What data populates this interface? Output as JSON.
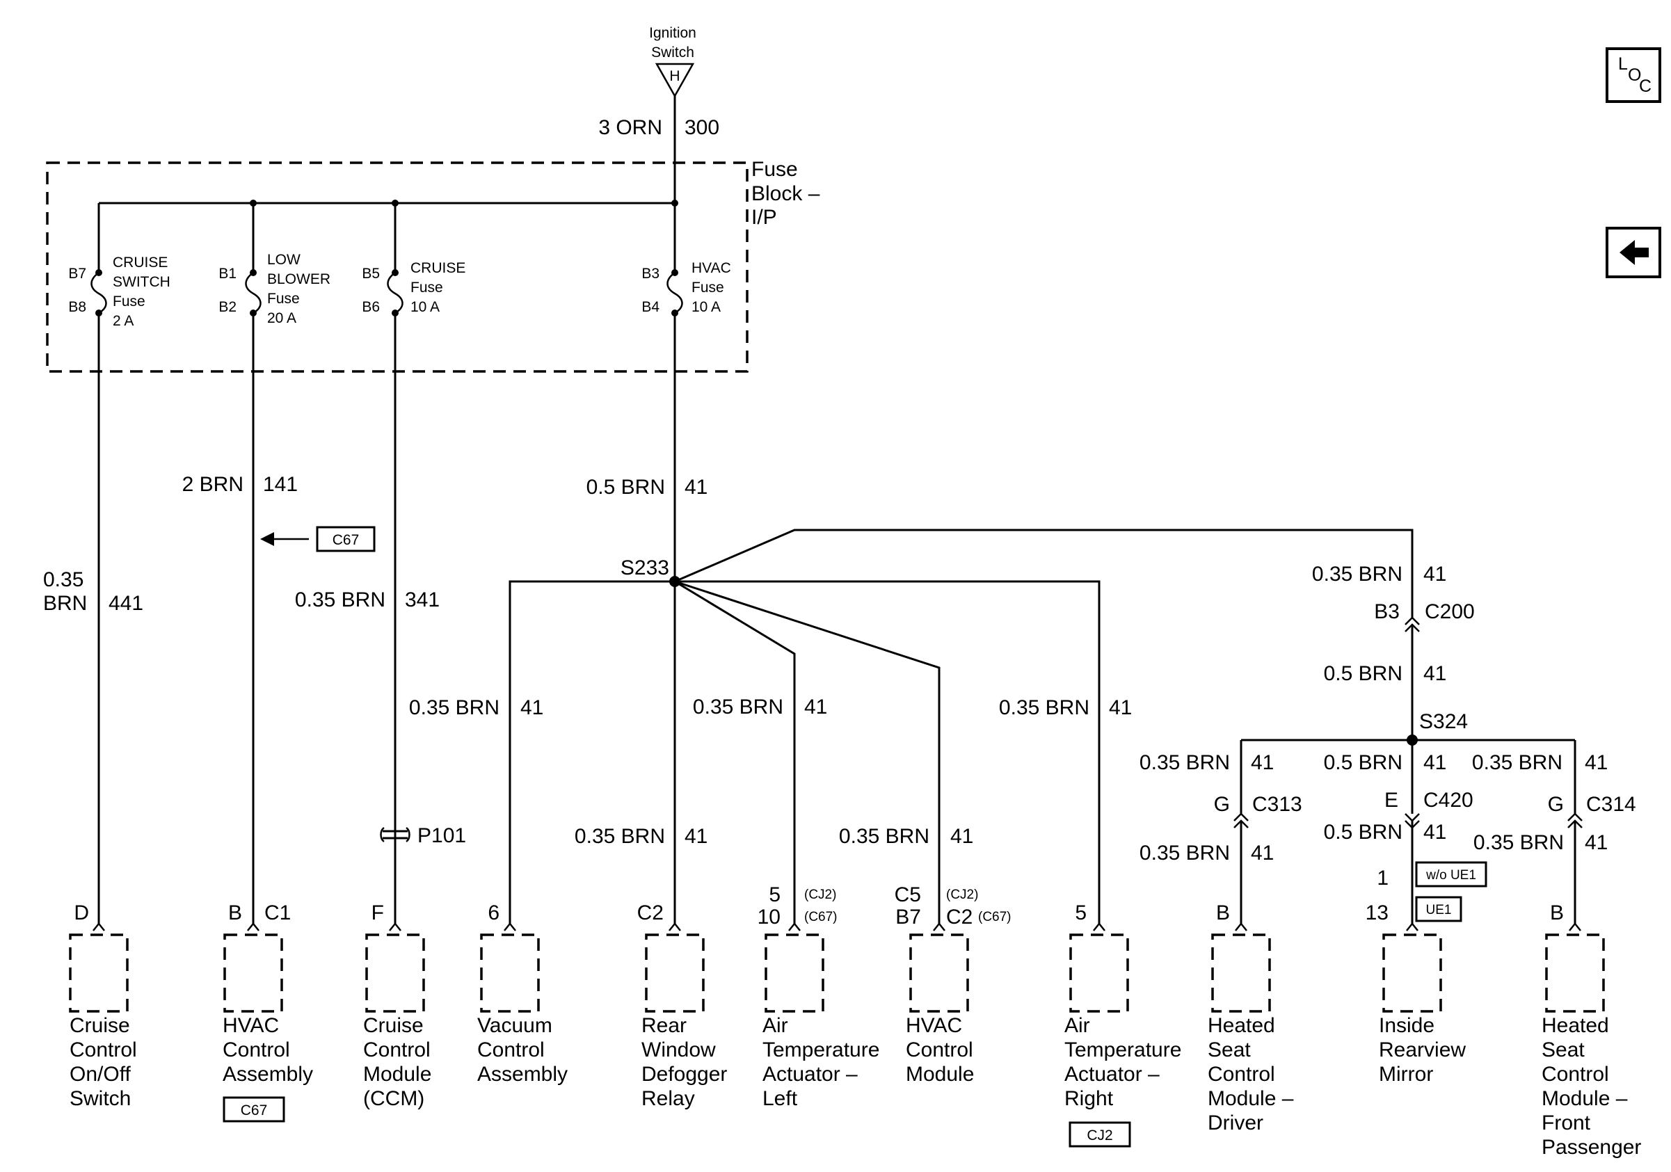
{
  "source": {
    "line1": "Ignition",
    "line2": "Switch",
    "terminal": "H"
  },
  "feed": {
    "gauge_color": "3 ORN",
    "circuit": "300"
  },
  "fuse_block": {
    "line1": "Fuse",
    "line2": "Block –",
    "line3": "I/P"
  },
  "fuses": [
    {
      "in": "B7",
      "out": "B8",
      "l1": "CRUISE",
      "l2": "SWITCH",
      "l3": "Fuse",
      "l4": "2 A"
    },
    {
      "in": "B1",
      "out": "B2",
      "l1": "LOW",
      "l2": "BLOWER",
      "l3": "Fuse",
      "l4": "20 A"
    },
    {
      "in": "B5",
      "out": "B6",
      "l1": "CRUISE",
      "l2": "Fuse",
      "l3": "10 A",
      "l4": ""
    },
    {
      "in": "B3",
      "out": "B4",
      "l1": "HVAC",
      "l2": "Fuse",
      "l3": "10 A",
      "l4": ""
    }
  ],
  "wires": {
    "w441_a": "0.35",
    "w441_b": "BRN",
    "w441_c": "441",
    "w141_a": "2 BRN",
    "w141_b": "141",
    "w341_a": "0.35 BRN",
    "w341_b": "341",
    "w41_main_a": "0.5 BRN",
    "w41_main_b": "41",
    "vac_a": "0.35 BRN",
    "vac_b": "41",
    "ata_l_a": "0.35 BRN",
    "ata_l_b": "41",
    "ata_r_a": "0.35 BRN",
    "ata_r_b": "41",
    "rwd_a": "0.35 BRN",
    "rwd_b": "41",
    "hvac_a": "0.35 BRN",
    "hvac_b": "41",
    "mirror_feed_a": "0.35 BRN",
    "mirror_feed_b": "41",
    "c200_below_a": "0.5 BRN",
    "c200_below_b": "41",
    "drv_top_a": "0.35 BRN",
    "drv_top_b": "41",
    "drv_bot_a": "0.35 BRN",
    "drv_bot_b": "41",
    "mir_top_a": "0.5 BRN",
    "mir_top_b": "41",
    "mir_bot_a": "0.5 BRN",
    "mir_bot_b": "41",
    "pas_top_a": "0.35 BRN",
    "pas_top_b": "41",
    "pas_bot_a": "0.35 BRN",
    "pas_bot_b": "41"
  },
  "splices": {
    "s233": "S233",
    "s324": "S324"
  },
  "connectors": {
    "c200_pin": "B3",
    "c200": "C200",
    "c313_pin": "G",
    "c313": "C313",
    "c420_pin": "E",
    "c420": "C420",
    "c314_pin": "G",
    "c314": "C314",
    "p101": "P101"
  },
  "options": {
    "c67": "C67",
    "cj2": "CJ2",
    "wo_ue1": "w/o UE1",
    "ue1": "UE1"
  },
  "terminals": {
    "cruise_switch": "D",
    "hvac_ctrl_a": "B",
    "hvac_ctrl_b": "C1",
    "ccm": "F",
    "vacuum": "6",
    "defogger": "C2",
    "ata_left_1": "5",
    "ata_left_1_opt": "(CJ2)",
    "ata_left_2": "10",
    "ata_left_2_opt": "(C67)",
    "hvac_mod_1a": "C5",
    "hvac_mod_1_opt": "(CJ2)",
    "hvac_mod_2a": "B7",
    "hvac_mod_2b": "C2",
    "hvac_mod_2_opt": "(C67)",
    "ata_right": "5",
    "seat_driver": "B",
    "mirror_1": "1",
    "mirror_2": "13",
    "seat_passenger": "B"
  },
  "components": [
    {
      "lines": [
        "Cruise",
        "Control",
        "On/Off",
        "Switch"
      ]
    },
    {
      "lines": [
        "HVAC",
        "Control",
        "Assembly"
      ]
    },
    {
      "lines": [
        "Cruise",
        "Control",
        "Module",
        "(CCM)"
      ]
    },
    {
      "lines": [
        "Vacuum",
        "Control",
        "Assembly"
      ]
    },
    {
      "lines": [
        "Rear",
        "Window",
        "Defogger",
        "Relay"
      ]
    },
    {
      "lines": [
        "Air",
        "Temperature",
        "Actuator –",
        "Left"
      ]
    },
    {
      "lines": [
        "HVAC",
        "Control",
        "Module"
      ]
    },
    {
      "lines": [
        "Air",
        "Temperature",
        "Actuator –",
        "Right"
      ]
    },
    {
      "lines": [
        "Heated",
        "Seat",
        "Control",
        "Module –",
        "Driver"
      ]
    },
    {
      "lines": [
        "Inside",
        "Rearview",
        "Mirror"
      ]
    },
    {
      "lines": [
        "Heated",
        "Seat",
        "Control",
        "Module –",
        "Front",
        "Passenger"
      ]
    }
  ],
  "nav": {
    "loc_l": "L",
    "loc_o": "O",
    "loc_c": "C",
    "back_icon": "left-arrow-icon"
  }
}
